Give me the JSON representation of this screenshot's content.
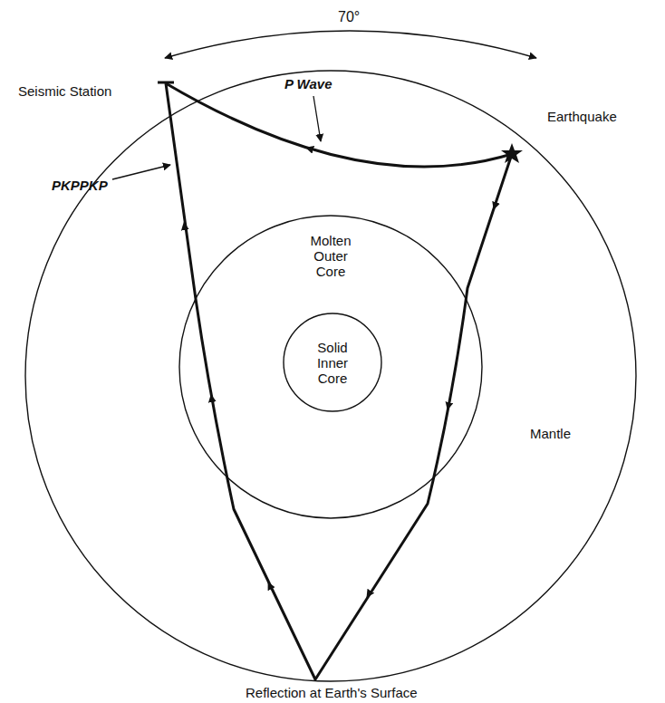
{
  "diagram": {
    "nodes": [
      {
        "text": [
          "Mantle"
        ]
      },
      {
        "text": [
          "Molten Outer Core"
        ],
        "in": 0
      },
      {
        "text": [
          "Solid Inner Core"
        ],
        "in": 1
      }
    ],
    "labels": [
      "70°",
      "Seismic Station",
      "P Wave",
      "Earthquake",
      "PKPPKP",
      "Reflection at Earth's Surface"
    ]
  }
}
